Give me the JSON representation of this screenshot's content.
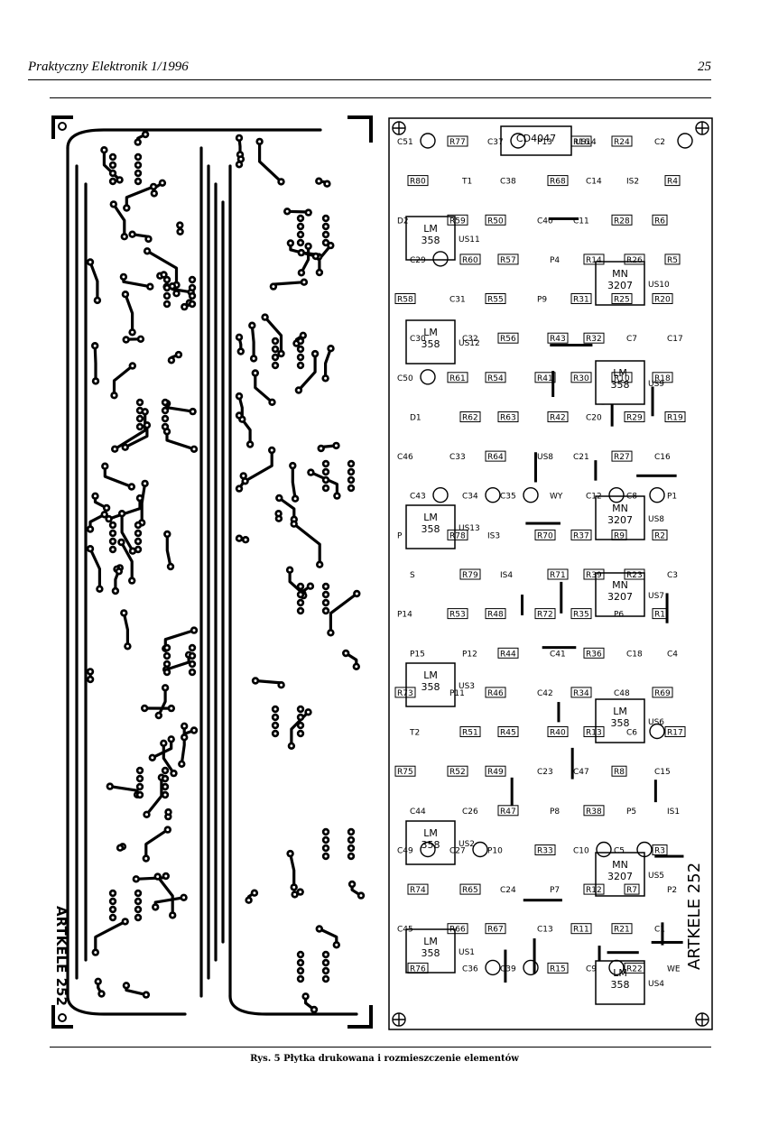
{
  "header": {
    "journal": "Praktyczny Elektronik 1/1996",
    "page_number": "25"
  },
  "pcb": {
    "label": "ARTKELE 252"
  },
  "layout": {
    "label": "ARTKELE 252",
    "ics": [
      {
        "ref": "US1",
        "type": "LM 358"
      },
      {
        "ref": "US2",
        "type": "LM 358"
      },
      {
        "ref": "US3",
        "type": "LM 358"
      },
      {
        "ref": "US11",
        "type": "LM 358"
      },
      {
        "ref": "US12",
        "type": "LM 358"
      },
      {
        "ref": "US13",
        "type": "LM 358"
      },
      {
        "ref": "US4",
        "type": "LM 358"
      },
      {
        "ref": "US6",
        "type": "LM 358"
      },
      {
        "ref": "US9",
        "type": "LM 358"
      },
      {
        "ref": "US5",
        "type": "MN 3207"
      },
      {
        "ref": "US7",
        "type": "MN 3207"
      },
      {
        "ref": "US8",
        "type": "MN 3207"
      },
      {
        "ref": "US10",
        "type": "MN 3207"
      },
      {
        "ref": "US14",
        "type": "CD4047"
      }
    ],
    "labels": [
      "C51",
      "R80",
      "D2",
      "C29",
      "R58",
      "C30",
      "C50",
      "D1",
      "C46",
      "C43",
      "P",
      "S",
      "P14",
      "P15",
      "R73",
      "T2",
      "R75",
      "C44",
      "C49",
      "R74",
      "C45",
      "R76",
      "R77",
      "T1",
      "R59",
      "R60",
      "C31",
      "C32",
      "R61",
      "R62",
      "C33",
      "C34",
      "R78",
      "R79",
      "R53",
      "P12",
      "P11",
      "R51",
      "R52",
      "C26",
      "C27",
      "R65",
      "R66",
      "C36",
      "C37",
      "C38",
      "R50",
      "R57",
      "R55",
      "R56",
      "R54",
      "R63",
      "R64",
      "C35",
      "IS3",
      "IS4",
      "R48",
      "R44",
      "R46",
      "R45",
      "R49",
      "R47",
      "P10",
      "C24",
      "R67",
      "C39",
      "P13",
      "R68",
      "C40",
      "P4",
      "P9",
      "R43",
      "R41",
      "R42",
      "US8",
      "WY",
      "R70",
      "R71",
      "R72",
      "C41",
      "C42",
      "R40",
      "C23",
      "P8",
      "R33",
      "P7",
      "C13",
      "R15",
      "R16",
      "C14",
      "C11",
      "R14",
      "R31",
      "R32",
      "R30",
      "C20",
      "C21",
      "C12",
      "R37",
      "R39",
      "R35",
      "R36",
      "R34",
      "R13",
      "C47",
      "R38",
      "C10",
      "R12",
      "R11",
      "C9",
      "R24",
      "IS2",
      "R28",
      "R26",
      "R25",
      "C7",
      "R10",
      "R29",
      "R27",
      "C8",
      "R9",
      "R23",
      "P6",
      "C18",
      "C48",
      "C6",
      "R8",
      "P5",
      "C5",
      "R7",
      "R21",
      "R22",
      "C2",
      "R4",
      "R6",
      "R5",
      "R20",
      "C17",
      "R18",
      "R19",
      "C16",
      "P1",
      "R2",
      "C3",
      "R1",
      "C4",
      "R69",
      "R17",
      "C15",
      "IS1",
      "R3",
      "P2",
      "C1",
      "WE"
    ]
  },
  "caption": "Rys. 5 Płytka drukowana i rozmieszczenie elementów"
}
